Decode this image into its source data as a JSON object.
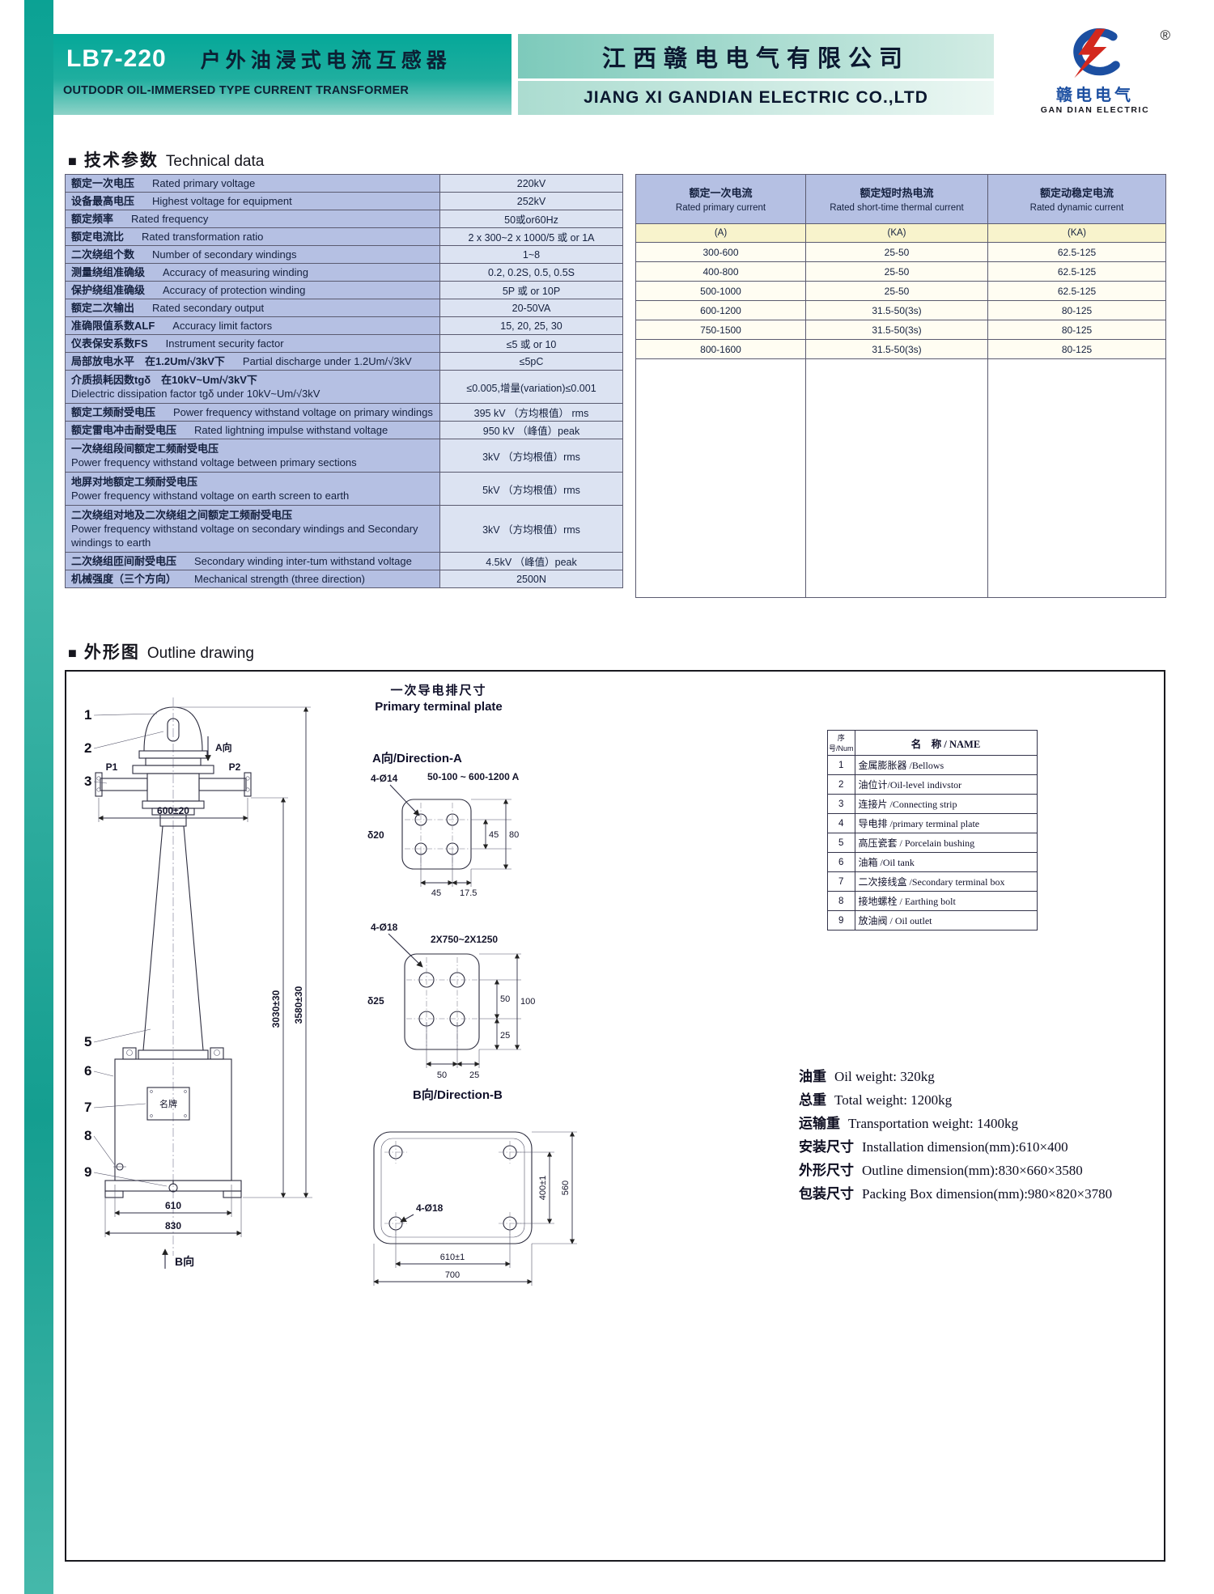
{
  "header": {
    "model": "LB7-220",
    "title_cn": "户外油浸式电流互感器",
    "title_en": "OUTDODR OIL-IMMERSED TYPE CURRENT TRANSFORMER",
    "company_cn": "江西赣电电气有限公司",
    "company_en": "JIANG XI GANDIAN ELECTRIC CO.,LTD",
    "logo": {
      "cn": "赣电电气",
      "en": "GAN DIAN ELECTRIC",
      "registered": "®"
    }
  },
  "tech_section": {
    "marker": "■",
    "cn": "技术参数",
    "en": "Technical data"
  },
  "main_table": {
    "rows": [
      {
        "cn": "额定一次电压",
        "en": "Rated primary voltage",
        "value": "220kV"
      },
      {
        "cn": "设备最高电压",
        "en": "Highest voltage for equipment",
        "value": "252kV"
      },
      {
        "cn": "额定频率",
        "en": "Rated frequency",
        "value": "50或or60Hz"
      },
      {
        "cn": "额定电流比",
        "en": "Rated transformation ratio",
        "value": "2 x 300~2 x 1000/5 或 or 1A"
      },
      {
        "cn": "二次绕组个数",
        "en": "Number of secondary windings",
        "value": "1~8"
      },
      {
        "cn": "测量绕组准确级",
        "en": "Accuracy of measuring winding",
        "value": "0.2, 0.2S, 0.5, 0.5S"
      },
      {
        "cn": "保护绕组准确级",
        "en": "Accuracy of protection winding",
        "value": "5P 或 or 10P"
      },
      {
        "cn": "额定二次输出",
        "en": "Rated secondary output",
        "value": "20-50VA"
      },
      {
        "cn": "准确限值系数ALF",
        "en": "Accuracy limit factors",
        "value": "15, 20, 25, 30"
      },
      {
        "cn": "仪表保安系数FS",
        "en": "Instrument security factor",
        "value": "≤5 或 or 10"
      },
      {
        "cn": "局部放电水平　在1.2Um/√3kV下",
        "en": "Partial discharge under 1.2Um/√3kV",
        "value": "≤5pC"
      },
      {
        "cn": "介质损耗因数tgδ　在10kV~Um/√3kV下",
        "en": "Dielectric dissipation factor tgδ  under 10kV~Um/√3kV",
        "value": "≤0.005,增量(variation)≤0.001"
      },
      {
        "cn": "额定工频耐受电压",
        "en": "Power frequency withstand voltage on primary windings",
        "value": "395 kV （方均根值） rms"
      },
      {
        "cn": "额定雷电冲击耐受电压",
        "en": "Rated lightning impulse withstand voltage",
        "value": "950 kV （峰值）peak"
      },
      {
        "cn": "一次绕组段间额定工频耐受电压",
        "en": "Power frequency withstand voltage between primary sections",
        "value": "3kV （方均根值）rms"
      },
      {
        "cn": "地屏对地额定工频耐受电压",
        "en": "Power frequency withstand voltage on earth screen to earth",
        "value": "5kV （方均根值）rms"
      },
      {
        "cn": "二次绕组对地及二次绕组之间额定工频耐受电压",
        "en": "Power frequency withstand voltage on secondary windings and Secondary windings to earth",
        "value": "3kV （方均根值）rms"
      },
      {
        "cn": "二次绕组匝间耐受电压",
        "en": "Secondary winding inter-tum withstand voltage",
        "value": "4.5kV （峰值）peak"
      },
      {
        "cn": "机械强度（三个方向）",
        "en": "Mechanical strength (three direction)",
        "value": "2500N"
      }
    ]
  },
  "ratings_table": {
    "headers": [
      {
        "cn": "额定一次电流",
        "en": "Rated primary current"
      },
      {
        "cn": "额定短时热电流",
        "en": "Rated short-time thermal current"
      },
      {
        "cn": "额定动稳定电流",
        "en": "Rated dynamic current"
      }
    ],
    "units": [
      "(A)",
      "(KA)",
      "(KA)"
    ],
    "rows": [
      [
        "300-600",
        "25-50",
        "62.5-125"
      ],
      [
        "400-800",
        "25-50",
        "62.5-125"
      ],
      [
        "500-1000",
        "25-50",
        "62.5-125"
      ],
      [
        "600-1200",
        "31.5-50(3s)",
        "80-125"
      ],
      [
        "750-1500",
        "31.5-50(3s)",
        "80-125"
      ],
      [
        "800-1600",
        "31.5-50(3s)",
        "80-125"
      ]
    ]
  },
  "outline": {
    "marker": "■",
    "heading_cn": "外形图",
    "heading_en": "Outline drawing",
    "primary_plate_title_cn": "一次导电排尺寸",
    "primary_plate_title_en": "Primary terminal plate",
    "direction_a_label": "A向/Direction-A",
    "direction_b_label": "B向/Direction-B",
    "transformer": {
      "callouts": [
        "1",
        "2",
        "3",
        "5",
        "6",
        "7",
        "8",
        "9"
      ],
      "p1": "P1",
      "p2": "P2",
      "view_a": "A向",
      "view_b": "B向",
      "dim_600": "600±20",
      "dim_3030": "3030±30",
      "dim_3580": "3580±30",
      "dim_610": "610",
      "dim_830": "830",
      "nameplate": "名牌"
    },
    "plate_a": {
      "holes": "4-Ø14",
      "range": "50-100 ~ 600-1200 A",
      "thickness": "δ20",
      "dim_45v": "45",
      "dim_80": "80",
      "dim_45h": "45",
      "dim_175": "17.5"
    },
    "plate_b": {
      "holes": "4-Ø18",
      "range": "2X750~2X1250",
      "thickness": "δ25",
      "dim_100": "100",
      "dim_50v": "50",
      "dim_25v": "25",
      "dim_50h": "50",
      "dim_25h": "25"
    },
    "plate_c": {
      "holes": "4-Ø18",
      "dim_400": "400±1",
      "dim_560": "560",
      "dim_610": "610±1",
      "dim_700": "700"
    },
    "parts_table": {
      "header_num": "序号/Num",
      "header_name": "名　称 / NAME",
      "rows": [
        {
          "num": "1",
          "name": "金属膨胀器 /Bellows"
        },
        {
          "num": "2",
          "name": "油位计/Oil-level indivstor"
        },
        {
          "num": "3",
          "name": "连接片 /Connecting strip"
        },
        {
          "num": "4",
          "name": "导电排 /primary terminal plate"
        },
        {
          "num": "5",
          "name": "高压瓷套 / Porcelain bushing"
        },
        {
          "num": "6",
          "name": "油箱 /Oil tank"
        },
        {
          "num": "7",
          "name": "二次接线盒 /Secondary terminal box"
        },
        {
          "num": "8",
          "name": "接地螺栓 / Earthing bolt"
        },
        {
          "num": "9",
          "name": "放油阀 / Oil outlet"
        }
      ]
    },
    "specs": [
      {
        "cn": "油重",
        "en": "Oil weight: 320kg"
      },
      {
        "cn": "总重",
        "en": "Total weight: 1200kg"
      },
      {
        "cn": "运输重",
        "en": "Transportation weight:  1400kg"
      },
      {
        "cn": "安装尺寸",
        "en": "Installation dimension(mm):610×400"
      },
      {
        "cn": "外形尺寸",
        "en": "Outline dimension(mm):830×660×3580"
      },
      {
        "cn": "包装尺寸",
        "en": "Packing Box dimension(mm):980×820×3780"
      }
    ]
  }
}
